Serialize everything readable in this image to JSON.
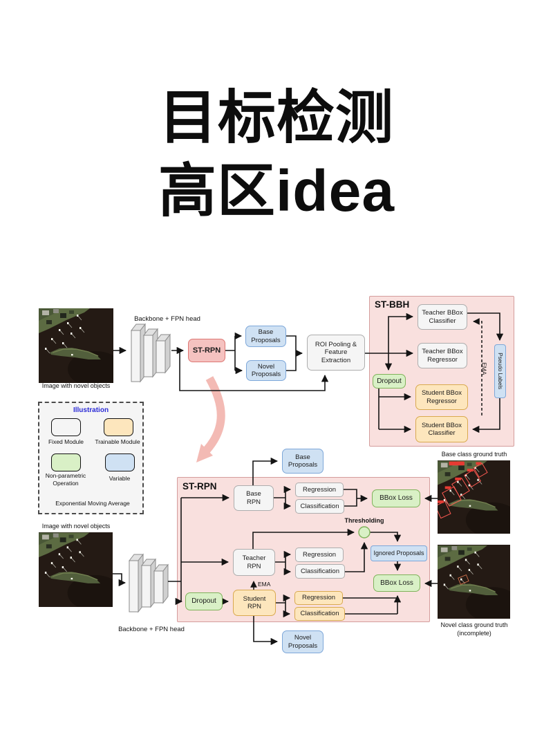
{
  "title": {
    "line1": "目标检测",
    "line2": "高区idea"
  },
  "overview": {
    "input_caption": "Image with novel objects",
    "backbone_label": "Backbone + FPN head",
    "st_rpn": "ST-RPN",
    "base_proposals": "Base Proposals",
    "novel_proposals": "Novel Proposals",
    "roi": "ROI Pooling & Feature Extraction"
  },
  "st_bbh": {
    "label": "ST-BBH",
    "teacher_classifier": "Teacher BBox Classifier",
    "teacher_regressor": "Teacher BBox Regressor",
    "dropout": "Dropout",
    "student_regressor": "Student BBox Regressor",
    "student_classifier": "Student BBox Classifier",
    "pseudo_labels": "Pseudo Labels",
    "ema": "EMA"
  },
  "legend": {
    "title": "Illustration",
    "fixed": "Fixed Module",
    "trainable": "Trainable Module",
    "nonparametric": "Non-parametric Operation",
    "variable": "Variable",
    "ema_line": "Exponential Moving Average"
  },
  "st_rpn_detail": {
    "label": "ST-RPN",
    "base_proposals": "Base Proposals",
    "novel_proposals": "Novel Proposals",
    "base_rpn": "Base RPN",
    "teacher_rpn": "Teacher RPN",
    "student_rpn": "Student RPN",
    "dropout": "Dropout",
    "regression": "Regression",
    "classification": "Classification",
    "bbox_loss": "BBox Loss",
    "thresholding": "Thresholding",
    "ignored_proposals": "Ignored Proposals",
    "ema": "EMA",
    "input_caption": "Image with novel objects",
    "backbone_label": "Backbone + FPN head",
    "base_gt_caption": "Base class ground truth",
    "novel_gt_caption": "Novel class ground truth",
    "novel_gt_caption2": "(incomplete)"
  },
  "colors": {
    "pink_container_bg": "#f9e0de",
    "pink_container_border": "#d49c9c",
    "strpn_node_bg": "#f5c2c0",
    "strpn_node_border": "#dd7672",
    "fixed_module_bg": "#f5f5f5",
    "trainable_bg": "#fde6bd",
    "nonparametric_bg": "#d9f0c6",
    "variable_bg": "#cfe1f3",
    "legend_title_color": "#2b2bd6",
    "gt_box_color": "#ff5a52",
    "flow_arrow_pink": "#f3bab4"
  }
}
